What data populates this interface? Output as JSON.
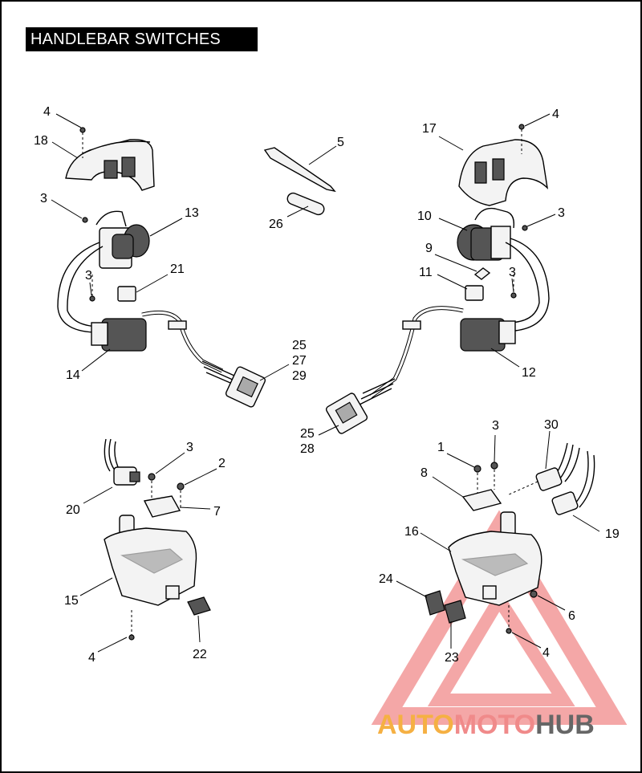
{
  "title": "HANDLEBAR SWITCHES",
  "callouts": {
    "c4a": "4",
    "c18": "18",
    "c3a": "3",
    "c13": "13",
    "c3b": "3",
    "c21": "21",
    "c14": "14",
    "c5": "5",
    "c26": "26",
    "c25a": "25",
    "c27": "27",
    "c29": "29",
    "c17": "17",
    "c4b": "4",
    "c10": "10",
    "c3c": "3",
    "c9": "9",
    "c11": "11",
    "c3d": "3",
    "c12": "12",
    "c25b": "25",
    "c28": "28",
    "c3e": "3",
    "c2": "2",
    "c20": "20",
    "c7": "7",
    "c15": "15",
    "c4c": "4",
    "c22": "22",
    "c3f": "3",
    "c30": "30",
    "c1": "1",
    "c8": "8",
    "c16": "16",
    "c19": "19",
    "c24": "24",
    "c6": "6",
    "c23": "23",
    "c4d": "4"
  },
  "watermark": {
    "part1": "AUTO",
    "part2": "MOTO",
    "part3": "HUB",
    "color1": "#f5b043",
    "color2": "#f08a8a",
    "color3": "#666666"
  },
  "colors": {
    "background": "#ffffff",
    "title_bg": "#000000",
    "title_fg": "#ffffff"
  }
}
